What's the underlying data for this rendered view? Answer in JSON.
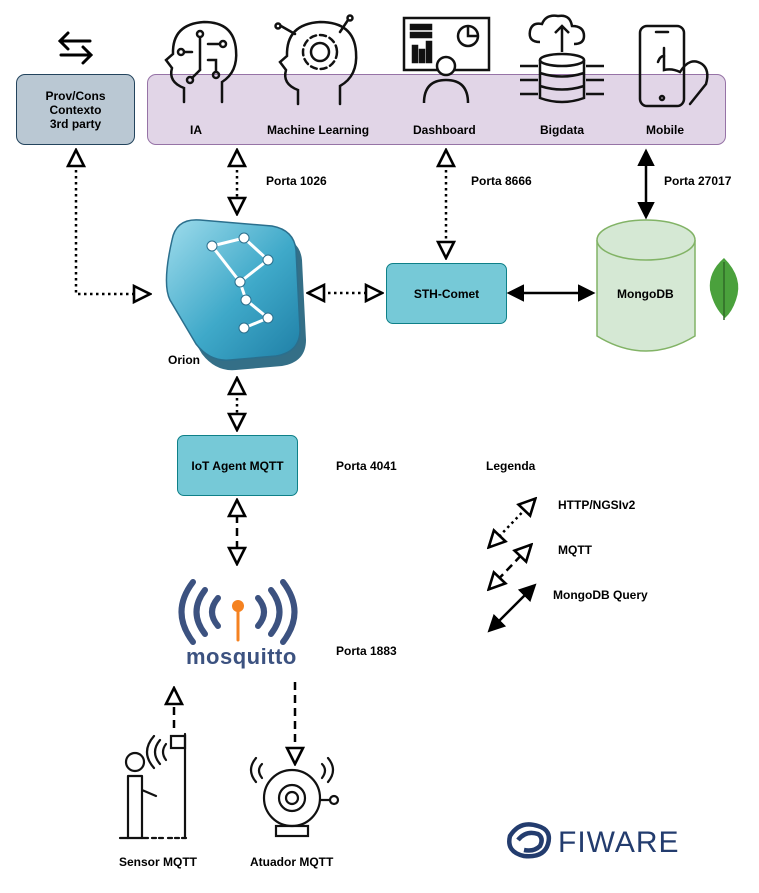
{
  "top_bar": {
    "items": [
      {
        "label": "IA",
        "icon": "ai-head-circuit-icon"
      },
      {
        "label": "Machine Learning",
        "icon": "ml-head-gear-icon"
      },
      {
        "label": "Dashboard",
        "icon": "dashboard-presenter-icon"
      },
      {
        "label": "Bigdata",
        "icon": "bigdata-cloud-database-icon"
      },
      {
        "label": "Mobile",
        "icon": "mobile-hand-icon"
      }
    ]
  },
  "prov_cons": {
    "lines": [
      "Prov/Cons",
      "Contexto",
      "3rd party"
    ],
    "icon": "exchange-arrows-icon"
  },
  "orion": {
    "label": "Orion",
    "icon": "orion-context-broker-icon"
  },
  "sth_comet": {
    "label": "STH-Comet"
  },
  "mongodb": {
    "label": "MongoDB",
    "icon": "mongodb-leaf-icon"
  },
  "iot_agent": {
    "label": "IoT Agent MQTT"
  },
  "mosquitto": {
    "label": "mosquitto",
    "icon": "mosquitto-logo-icon"
  },
  "ports": {
    "ia": "Porta 1026",
    "dashboard": "Porta 8666",
    "mobile": "Porta 27017",
    "iot": "Porta 4041",
    "mosquitto": "Porta 1883"
  },
  "legend": {
    "title": "Legenda",
    "items": [
      {
        "label": "HTTP/NGSIv2",
        "style": "dotted"
      },
      {
        "label": "MQTT",
        "style": "dashed"
      },
      {
        "label": "MongoDB Query",
        "style": "solid"
      }
    ]
  },
  "devices": {
    "sensor": {
      "label": "Sensor MQTT",
      "icon": "sensor-person-icon"
    },
    "actuator": {
      "label": "Atuador MQTT",
      "icon": "alarm-bell-icon"
    }
  },
  "fiware": {
    "label": "FIWARE",
    "icon": "fiware-logo-icon"
  },
  "colors": {
    "top_bar_fill": "#e1d5e7",
    "prov_fill": "#bac8d3",
    "component_fill": "#76c9d7",
    "mongodb_fill": "#d5e8d4",
    "orion_blue": "#4fb6cf",
    "mosquitto_blue": "#3c5280",
    "mosquitto_orange": "#f58220",
    "fiware_blue": "#233c6e",
    "mongo_green": "#4aa13c"
  }
}
